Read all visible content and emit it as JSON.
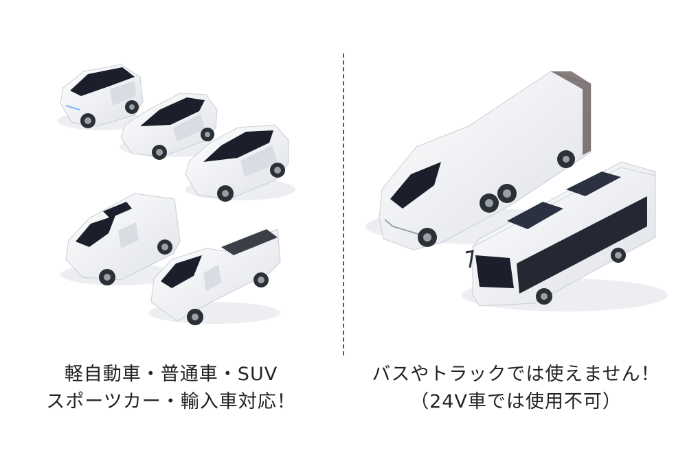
{
  "left": {
    "caption_line1": "軽自動車・普通車・SUV",
    "caption_line2": "スポーツカー・輸入車対応！"
  },
  "right": {
    "caption_line1": "バスやトラックでは使えません！",
    "caption_line2": "（24V車では使用不可）"
  },
  "colors": {
    "body": "#ffffff",
    "shade": "#d9dce2",
    "glass": "#1a1f2b",
    "tire": "#2b2f36",
    "shadow": "#e6e8ec"
  }
}
